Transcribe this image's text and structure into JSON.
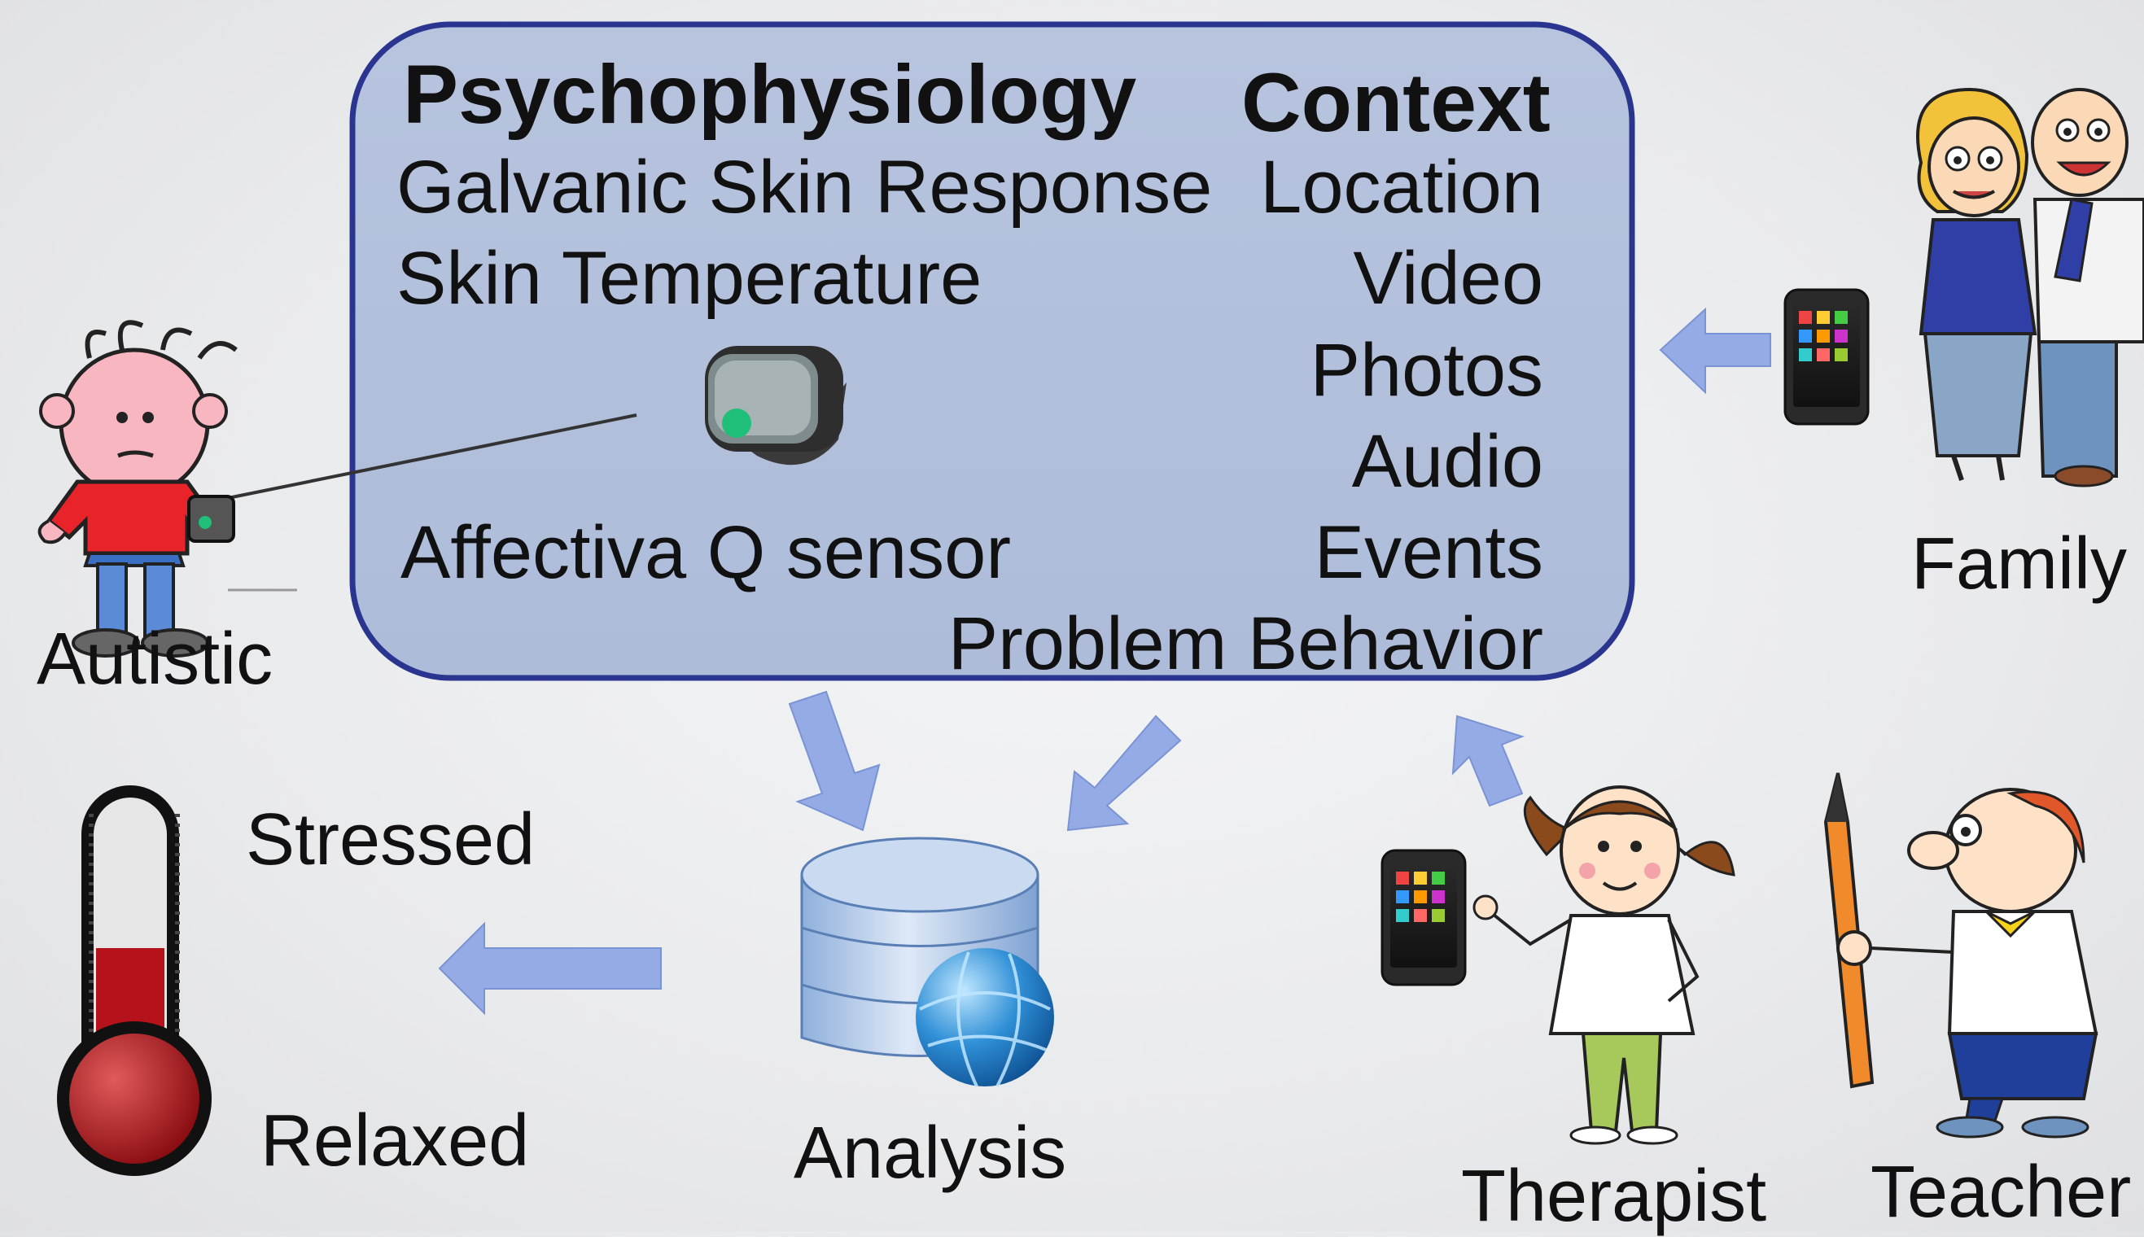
{
  "box": {
    "psychophysiology": {
      "heading": "Psychophysiology",
      "items": [
        "Galvanic Skin Response",
        "Skin Temperature"
      ],
      "sensor_label": "Affectiva Q sensor"
    },
    "context": {
      "heading": "Context",
      "items": [
        "Location",
        "Video",
        "Photos",
        "Audio",
        "Events",
        "Problem Behavior"
      ]
    }
  },
  "actors": {
    "autistic": "Autistic",
    "family": "Family",
    "therapist": "Therapist",
    "teacher": "Teacher"
  },
  "analysis": "Analysis",
  "thermometer": {
    "high": "Stressed",
    "low": "Relaxed"
  },
  "colors": {
    "box_fill": "#b4c1dc",
    "box_border": "#2a3590",
    "arrow": "#94abe6",
    "shirt": "#e8232a",
    "mercury": "#b5121b"
  }
}
